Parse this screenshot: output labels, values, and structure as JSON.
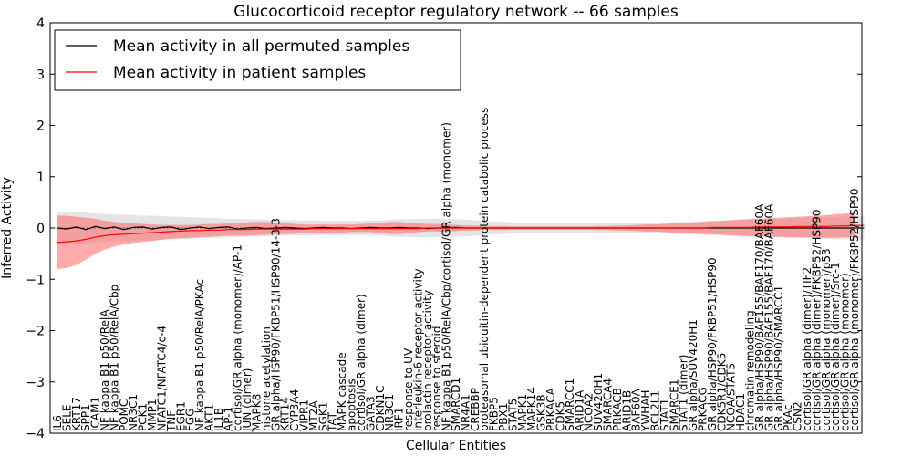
{
  "chart_data": {
    "type": "line",
    "title": "Glucocorticoid receptor regulatory network -- 66 samples",
    "xlabel": "Cellular Entities",
    "ylabel": "Inferred Activity",
    "ylim": [
      -4,
      4
    ],
    "yticks": [
      -4,
      -3,
      -2,
      -1,
      0,
      1,
      2,
      3,
      4
    ],
    "grid": false,
    "legend_position": "top-left",
    "categories": [
      "IL6",
      "SELE",
      "KRT17",
      "SPP1",
      "ICAM1",
      "NF kappa B1 p50/RelA",
      "NF kappa B1 p50/RelA/Cbp",
      "POMC",
      "NR3C1",
      "PCK1",
      "MMP1",
      "NFATC1/NFATC4/c-4",
      "TNF",
      "EGR1",
      "FGG",
      "NF kappa B1 p50/RelA/PKAc",
      "AKT1",
      "IL1B",
      "AP-1",
      "cortisol/GR alpha (monomer)/AP-1",
      "JUN (dimer)",
      "MAPK8",
      "histone acetylation",
      "GR alpha/HSP90/FKBP51/HSP90/14-3-3",
      "KRT14",
      "CYP3A4",
      "VIPR1",
      "MT2A",
      "SGK1",
      "TAT",
      "MAPK cascade",
      "apoptosis",
      "cortisol/GR alpha (dimer)",
      "GATA3",
      "CDKN1C",
      "NR3C1",
      "IRF1",
      "response to UV",
      "interleukin-6 receptor activity",
      "prolactin receptor activity",
      "response to steroid",
      "NF kappa B1 p50/RelA/Cbp/cortisol/GR alpha (monomer)",
      "SMARCD1",
      "NR4A1",
      "CREBBP",
      "proteasomal ubiquitin-dependent protein catabolic process",
      "FKBP5",
      "PBX1",
      "STAT5",
      "MAPK1",
      "MAPK14",
      "GSK3B",
      "PRKACA",
      "CDK5",
      "SMARCC1",
      "ARID1A",
      "NCOA2",
      "SUV420H1",
      "SMARCA4",
      "PRKACB",
      "ARID1B",
      "BAF60A",
      "YWHAH",
      "BCL2L1",
      "STAT1",
      "SMARCE1",
      "STAT1 (dimer)",
      "GR alpha/SUV420H1",
      "PRKACG",
      "GR alpha/HSP90/FKBP51/HSP90",
      "CDK5R1/CDK5",
      "NCOA/STAT5",
      "HDAC1",
      "chromatin remodeling",
      "GR alpha/HSP90/BAF155/BAF170/BAF60A",
      "GR alpha/HSP90/BAF155/BAF170/BAF60A",
      "GR alpha/HSP90/SMARCC1",
      "PKAc",
      "CSN2",
      "cortisol/GR alpha (dimer)/TIF2",
      "cortisol/GR alpha (dimer)/FKBP52/HSP90",
      "cortisol/GR alpha (monomer)/p53",
      "cortisol/GR alpha (dimer)/Src-1",
      "cortisol/GR alpha (monomer)",
      "cortisol/GR alpha (monomer)/FKBP52/HSP90"
    ],
    "series": [
      {
        "name": "Mean activity in all permuted samples",
        "color": "#000000",
        "values": [
          0.0,
          -0.02,
          0.02,
          -0.03,
          0.03,
          -0.01,
          0.02,
          -0.03,
          0.01,
          0.02,
          -0.02,
          0.01,
          0.02,
          -0.03,
          0.0,
          0.02,
          -0.01,
          0.01,
          0.02,
          -0.02,
          0.0,
          0.01,
          -0.01,
          0.0,
          0.01,
          0.0,
          -0.01,
          0.0,
          0.01,
          0.0,
          0.0,
          -0.01,
          0.0,
          0.01,
          0.0,
          0.0,
          0.01,
          0.0,
          0.0,
          -0.01,
          0.0,
          0.0,
          0.01,
          0.0,
          0.0,
          0.0,
          0.0,
          0.0,
          0.0,
          0.0,
          0.0,
          0.0,
          0.0,
          0.0,
          0.0,
          0.0,
          0.0,
          0.0,
          0.0,
          0.0,
          0.0,
          0.0,
          0.0,
          0.0,
          0.0,
          0.0,
          0.0,
          0.0,
          0.0,
          0.0,
          0.0,
          0.0,
          0.0,
          0.0,
          0.0,
          0.0,
          0.0,
          0.0,
          0.0,
          0.0,
          0.0,
          0.0,
          0.0,
          0.0,
          0.0,
          0.0
        ],
        "band_low": [
          -0.3,
          -0.3,
          -0.3,
          -0.3,
          -0.28,
          -0.27,
          -0.26,
          -0.26,
          -0.25,
          -0.24,
          -0.24,
          -0.23,
          -0.22,
          -0.22,
          -0.21,
          -0.2,
          -0.2,
          -0.19,
          -0.18,
          -0.18,
          -0.17,
          -0.17,
          -0.16,
          -0.16,
          -0.15,
          -0.15,
          -0.15,
          -0.15,
          -0.14,
          -0.14,
          -0.14,
          -0.14,
          -0.14,
          -0.15,
          -0.15,
          -0.16,
          -0.17,
          -0.17,
          -0.18,
          -0.18,
          -0.18,
          -0.18,
          -0.17,
          -0.16,
          -0.15,
          -0.14,
          -0.13,
          -0.12,
          -0.11,
          -0.1,
          -0.09,
          -0.09,
          -0.09,
          -0.09,
          -0.09,
          -0.09,
          -0.09,
          -0.1,
          -0.1,
          -0.1,
          -0.1,
          -0.1,
          -0.1,
          -0.1,
          -0.1,
          -0.11,
          -0.12,
          -0.12,
          -0.13,
          -0.14,
          -0.15,
          -0.16,
          -0.17,
          -0.17,
          -0.18,
          -0.18,
          -0.18,
          -0.19,
          -0.19,
          -0.2,
          -0.2,
          -0.21,
          -0.22,
          -0.22,
          -0.23,
          -0.24
        ],
        "band_high": [
          0.3,
          0.3,
          0.3,
          0.3,
          0.28,
          0.27,
          0.26,
          0.26,
          0.25,
          0.24,
          0.24,
          0.23,
          0.22,
          0.22,
          0.21,
          0.2,
          0.2,
          0.19,
          0.18,
          0.18,
          0.17,
          0.17,
          0.16,
          0.16,
          0.15,
          0.15,
          0.15,
          0.15,
          0.14,
          0.14,
          0.14,
          0.14,
          0.14,
          0.15,
          0.15,
          0.16,
          0.17,
          0.17,
          0.18,
          0.18,
          0.18,
          0.18,
          0.17,
          0.16,
          0.15,
          0.14,
          0.13,
          0.12,
          0.11,
          0.1,
          0.09,
          0.09,
          0.09,
          0.09,
          0.09,
          0.09,
          0.09,
          0.1,
          0.1,
          0.1,
          0.1,
          0.1,
          0.1,
          0.1,
          0.1,
          0.11,
          0.12,
          0.12,
          0.13,
          0.14,
          0.15,
          0.16,
          0.17,
          0.17,
          0.18,
          0.18,
          0.18,
          0.19,
          0.19,
          0.2,
          0.2,
          0.21,
          0.22,
          0.22,
          0.23,
          0.24
        ],
        "band_color": "#d9d9d9"
      },
      {
        "name": "Mean activity in patient samples",
        "color": "#ff0000",
        "values": [
          -0.28,
          -0.27,
          -0.25,
          -0.22,
          -0.18,
          -0.15,
          -0.13,
          -0.12,
          -0.11,
          -0.1,
          -0.09,
          -0.08,
          -0.07,
          -0.06,
          -0.05,
          -0.05,
          -0.04,
          -0.04,
          -0.03,
          -0.03,
          -0.03,
          -0.02,
          -0.02,
          -0.02,
          -0.02,
          -0.02,
          -0.02,
          -0.01,
          -0.01,
          -0.01,
          -0.01,
          -0.01,
          -0.01,
          -0.01,
          -0.01,
          -0.01,
          -0.01,
          -0.01,
          -0.01,
          0.0,
          0.0,
          0.0,
          0.0,
          0.0,
          0.0,
          0.0,
          0.0,
          0.0,
          0.0,
          0.0,
          0.0,
          0.0,
          0.0,
          0.0,
          0.0,
          0.0,
          0.0,
          0.0,
          0.0,
          0.0,
          0.0,
          0.0,
          0.0,
          0.0,
          0.0,
          0.0,
          0.0,
          0.0,
          0.0,
          0.01,
          0.01,
          0.01,
          0.01,
          0.01,
          0.02,
          0.02,
          0.02,
          0.02,
          0.03,
          0.03,
          0.03,
          0.03,
          0.04,
          0.04,
          0.05,
          0.05
        ],
        "band_low": [
          -0.8,
          -0.78,
          -0.72,
          -0.62,
          -0.5,
          -0.42,
          -0.36,
          -0.32,
          -0.29,
          -0.27,
          -0.25,
          -0.23,
          -0.21,
          -0.2,
          -0.19,
          -0.18,
          -0.17,
          -0.16,
          -0.15,
          -0.15,
          -0.15,
          -0.14,
          -0.13,
          -0.12,
          -0.12,
          -0.11,
          -0.1,
          -0.1,
          -0.09,
          -0.09,
          -0.09,
          -0.08,
          -0.08,
          -0.08,
          -0.1,
          -0.12,
          -0.12,
          -0.1,
          -0.08,
          -0.07,
          -0.07,
          -0.07,
          -0.06,
          -0.05,
          -0.05,
          -0.04,
          -0.04,
          -0.04,
          -0.03,
          -0.03,
          -0.03,
          -0.03,
          -0.03,
          -0.03,
          -0.03,
          -0.03,
          -0.03,
          -0.04,
          -0.04,
          -0.05,
          -0.05,
          -0.06,
          -0.07,
          -0.07,
          -0.08,
          -0.09,
          -0.1,
          -0.11,
          -0.12,
          -0.12,
          -0.13,
          -0.14,
          -0.15,
          -0.16,
          -0.16,
          -0.17,
          -0.17,
          -0.18,
          -0.18,
          -0.18,
          -0.19,
          -0.19,
          -0.19,
          -0.18,
          -0.18
        ],
        "band_high": [
          0.24,
          0.24,
          0.22,
          0.2,
          0.18,
          0.14,
          0.12,
          0.1,
          0.09,
          0.08,
          0.07,
          0.06,
          0.06,
          0.06,
          0.06,
          0.07,
          0.08,
          0.08,
          0.09,
          0.1,
          0.11,
          0.12,
          0.12,
          0.1,
          0.09,
          0.08,
          0.07,
          0.07,
          0.07,
          0.07,
          0.07,
          0.07,
          0.08,
          0.09,
          0.1,
          0.12,
          0.12,
          0.1,
          0.09,
          0.08,
          0.08,
          0.07,
          0.06,
          0.05,
          0.05,
          0.04,
          0.04,
          0.04,
          0.03,
          0.03,
          0.03,
          0.03,
          0.03,
          0.03,
          0.03,
          0.03,
          0.03,
          0.04,
          0.04,
          0.05,
          0.05,
          0.06,
          0.07,
          0.07,
          0.08,
          0.09,
          0.1,
          0.11,
          0.12,
          0.13,
          0.14,
          0.15,
          0.16,
          0.17,
          0.18,
          0.19,
          0.2,
          0.21,
          0.22,
          0.23,
          0.24,
          0.25,
          0.27,
          0.28,
          0.3
        ],
        "band_color": "#ff6666"
      }
    ],
    "reference_line": {
      "y": 0,
      "style": "dotted",
      "color": "#444444"
    }
  }
}
